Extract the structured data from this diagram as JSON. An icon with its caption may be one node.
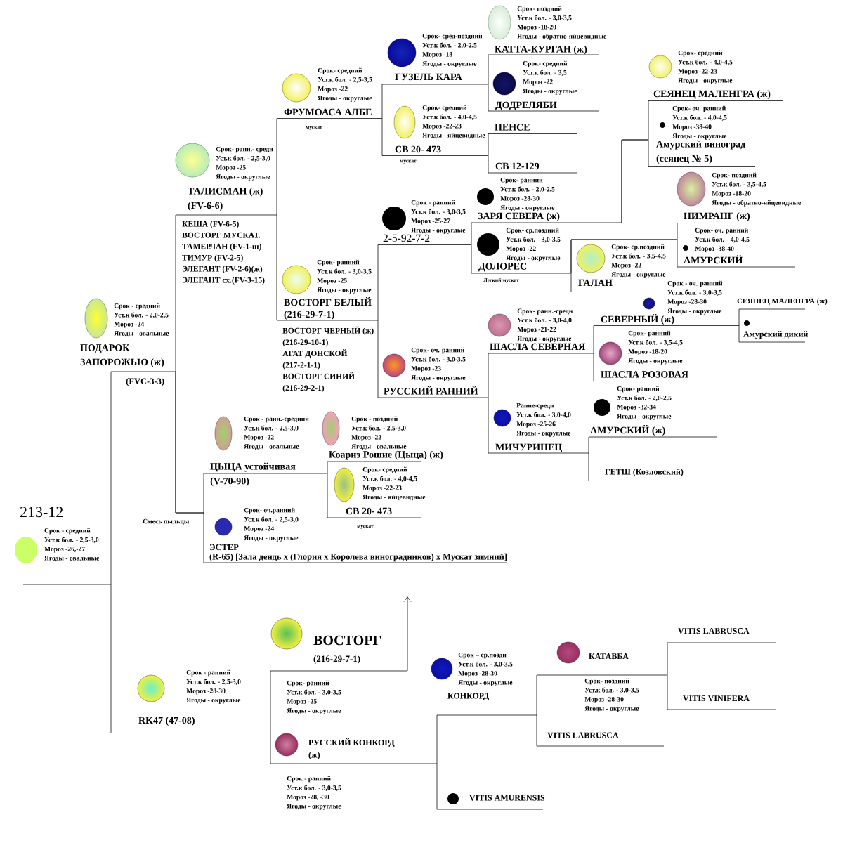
{
  "diagram": {
    "nodes": [
      {
        "text": [
          "КАТТА-КУРГАН (ж)"
        ],
        "beside": [
          "Срок- поздний",
          "Уст.к бол. - 3,0-3,5",
          "Мороз -18-20",
          "Ягоды - обратно-яйцевидные"
        ]
      },
      {
        "text": [
          "ГУЗЕЛЬ КАРА"
        ],
        "beside": [
          "Срок- сред-поздний",
          "Уст.к бол. - 2,0-2,5",
          "Мороз -18",
          "Ягоды - округлые"
        ]
      },
      {
        "text": [
          "СЕЯНЕЦ МАЛЕНГРА (ж)"
        ],
        "beside": [
          "Срок- средний",
          "Уст.к бол. - 4,0-4,5",
          "Мороз -22-23",
          "Ягоды - округлые"
        ]
      },
      {
        "text": [
          "ДОДРЕЛЯБИ"
        ],
        "beside": [
          "Срок- средний",
          "Уст.к бол. - 3,5",
          "Мороз -22",
          "Ягоды - округлые"
        ]
      },
      {
        "text": [
          "ФРУМОАСА АЛБЕ"
        ],
        "beside": [
          "Срок- средний",
          "Уст.к бол. - 2,5-3,5",
          "Мороз -22",
          "Ягоды - округлые",
          "мускат"
        ]
      },
      {
        "text": [
          "ПЕНСЕ"
        ]
      },
      {
        "text": [
          "Амурский виноград (сеянец № 5)"
        ],
        "beside": [
          "Срок- оч. ранний",
          "Уст.к бол. - 4,0-4,5",
          "Мороз -38-40",
          "Ягоды - округлые"
        ]
      },
      {
        "text": [
          "СВ 20- 473"
        ],
        "beside": [
          "Срок- средний",
          "Уст.к бол. - 4,0-4,5",
          "Мороз -22-23",
          "Ягоды - яйцевидные",
          "мускат"
        ]
      },
      {
        "text": [
          "СВ 12-129"
        ]
      },
      {
        "text": [
          "ТАЛИСМАН (ж) (FV-6-6)"
        ],
        "beside": [
          "Срок- ранн.- средн",
          "Уст.к бол. - 2,5-3,0",
          "Мороз -25",
          "Ягоды - округлые",
          "КЕША (FV-6-5)",
          "ВОСТОРГ МУСКАТ.",
          "ТАМЕРЛАН (FV-1-ш)",
          "ТИМУР (FV-2-5)",
          "ЭЛЕГАНТ (FV-2-6)(ж)",
          "ЭЛЕГАНТ сх.(FV-3-15)"
        ]
      },
      {
        "text": [
          "ЗАРЯ СЕВЕРА (ж)"
        ],
        "beside": [
          "Срок- ранний",
          "Уст.к бол. - 2,0-2,5",
          "Мороз -28-30",
          "Ягоды - округлые"
        ]
      },
      {
        "text": [
          "НИМРАНГ (ж)"
        ],
        "beside": [
          "Срок- поздний",
          "Уст.к бол. - 3,5-4,5",
          "Мороз -18-20",
          "Ягоды - обратно-яйцевидные"
        ]
      },
      {
        "text": [
          "2-5-92-7-2"
        ],
        "beside": [
          "Срок - ранний",
          "Уст.к бол. - 3,0-3,5",
          "Мороз -25-27",
          "Ягоды - округлые"
        ]
      },
      {
        "text": [
          "АМУРСКИЙ"
        ],
        "beside": [
          "Срок- оч. ранний",
          "Уст.к бол. - 4,0-4,5",
          "Мороз -38-40"
        ]
      },
      {
        "text": [
          "ДОЛОРЕС"
        ],
        "beside": [
          "Срок- ср.поздний",
          "Уст.к бол. - 3,0-3,5",
          "Мороз -22",
          "Ягоды - округлые",
          "Легкий мускат"
        ]
      },
      {
        "text": [
          "ГАЛАН"
        ],
        "beside": [
          "Срок- ср.поздний",
          "Уст.к бол. - 3,5-4,5",
          "Мороз -22",
          "Ягоды - округлые"
        ]
      },
      {
        "text": [
          "СЕЯНЕЦ МАЛЕНГРА (ж)"
        ]
      },
      {
        "text": [
          "ВОСТОРГ БЕЛЫЙ (216-29-7-1)"
        ],
        "beside": [
          "Срок- ранний",
          "Уст.к бол. - 3,0-3,5",
          "Мороз -25",
          "Ягоды - округлые",
          "ВОСТОРГ ЧЕРНЫЙ (ж) (216-29-10-1)",
          "АГАТ ДОНСКОЙ (217-2-1-1)",
          "ВОСТОРГ СИНИЙ (216-29-2-1)"
        ]
      },
      {
        "text": [
          "СЕВЕРНЫЙ (ж)"
        ],
        "beside": [
          "Срок - оч. ранний",
          "Уст.к бол. - 3,0-3,5",
          "Мороз -28-30",
          "Ягоды - округлые"
        ]
      },
      {
        "text": [
          "Амурский дикий"
        ]
      },
      {
        "text": [
          "ШАСЛА СЕВЕРНАЯ"
        ],
        "beside": [
          "Срок- ранн.-средн",
          "Уст.к бол. - 3,0-4,0",
          "Мороз -21-22",
          "Ягоды - округлые"
        ]
      },
      {
        "text": [
          "ПОДАРОК ЗАПОРОЖЬЮ (ж)"
        ],
        "beside": [
          "Срок - средний",
          "Уст.к бол. - 2,0-2,5",
          "Мороз -24",
          "Ягоды - овальные",
          "(FVC-3-3)"
        ]
      },
      {
        "text": [
          "ШАСЛА РОЗОВАЯ"
        ],
        "beside": [
          "Срок- ранний",
          "Уст.к бол. - 3,5-4,5",
          "Мороз -18-20",
          "Ягоды - округлые"
        ]
      },
      {
        "text": [
          "РУССКИЙ РАННИЙ"
        ],
        "beside": [
          "Срок- оч. ранний",
          "Уст.к бол. - 3,0-3,5",
          "Мороз -23",
          "Ягоды - округлые"
        ]
      },
      {
        "text": [
          "АМУРСКИЙ (ж)"
        ],
        "beside": [
          "Срок- ранний",
          "Уст.к бол. - 2,0-2,5",
          "Мороз -32-34",
          "Ягоды - округлые"
        ]
      },
      {
        "text": [
          "МИЧУРИНЕЦ"
        ],
        "beside": [
          "Ранне-средн",
          "Уст.к бол. - 3,0-4,0",
          "Мороз -25-26",
          "Ягоды - округлые"
        ]
      },
      {
        "text": [
          "Коарнэ Рошие (Цыца) (ж)"
        ],
        "beside": [
          "Срок - поздний",
          "Уст.к бол. - 2,5-3,0",
          "Мороз -22",
          "Ягоды - овальные"
        ]
      },
      {
        "text": [
          "ЦЫЦА устойчивая"
        ],
        "beside": [
          "Срок - ранн.-средний",
          "Уст.к бол. - 2,5-3,0",
          "Мороз -22",
          "Ягоды - овальные",
          "(V-70-90)"
        ]
      },
      {
        "text": [
          "ГЕТШ (Козловский)"
        ]
      },
      {
        "text": [
          "213-12",
          "Срок - средний",
          "Уст.к бол. - 2,5-3,0",
          "Мороз -26,-27",
          "Ягоды - овальные"
        ]
      },
      {
        "text": [
          "СВ 20- 473"
        ],
        "beside": [
          "Срок- средний",
          "Уст.к бол. - 4,0-4,5",
          "Мороз -22-23",
          "Ягоды - яйцевидные",
          "мускат"
        ]
      },
      {
        "text": [
          "ЭСТЕР",
          "(R-65) [Зала дендь х (Глория х Королева виноградников) х Мускат зимний]"
        ],
        "beside": [
          "Срок- оч.ранний",
          "Уст.к бол. - 2,5-3,0",
          "Мороз -24",
          "Ягоды - округлые"
        ]
      },
      {
        "text": [
          "VITIS LABRUSCA"
        ]
      },
      {
        "text": [
          "ВОСТОРГ",
          "(216-29-7-1)"
        ],
        "beside": [
          "Срок- ранний",
          "Уст.к бол. - 3,0-3,5",
          "Мороз -25",
          "Ягоды - округлые"
        ]
      },
      {
        "text": [
          "КАТАВБА"
        ],
        "beside": [
          "Срок- поздний",
          "Уст.к бол. - 3,0-3,5",
          "Мороз -28-30",
          "Ягоды - округлые"
        ]
      },
      {
        "text": [
          "КОНКОРД"
        ],
        "beside": [
          "Срок – ср.поздн",
          "Уст.к бол. - 3,0-3,5",
          "Мороз -28-30",
          "Ягоды - округлые"
        ]
      },
      {
        "text": [
          "VITIS VINIFERA"
        ]
      },
      {
        "text": [
          "RK47 (47-08)"
        ],
        "beside": [
          "Срок - ранний",
          "Уст.к бол. - 2,5-3,0",
          "Мороз -28-30",
          "Ягоды - округлые"
        ]
      },
      {
        "text": [
          "VITIS LABRUSCA"
        ]
      },
      {
        "text": [
          "РУССКИЙ КОНКОРД (ж)"
        ],
        "beside": [
          "Срок - ранний",
          "Уст.к бол. - 3,0-3,5",
          "Мороз -28, -30",
          "Ягоды - округлые"
        ]
      },
      {
        "text": [
          "VITIS AMURENSIS"
        ]
      }
    ],
    "edges": [
      {
        "from": 29,
        "to": 21,
        "arrow": "none"
      },
      {
        "from": 29,
        "to": 37,
        "arrow": "none"
      },
      {
        "from": 21,
        "to": 9,
        "arrow": "none"
      },
      {
        "from": 21,
        "to": 27,
        "arrow": "none"
      },
      {
        "from": 21,
        "to": 31,
        "arrow": "none"
      },
      {
        "from": 9,
        "to": 4,
        "arrow": "none"
      },
      {
        "from": 9,
        "to": 17,
        "arrow": "none"
      },
      {
        "from": 4,
        "to": 1,
        "arrow": "none"
      },
      {
        "from": 4,
        "to": 7,
        "arrow": "none"
      },
      {
        "from": 1,
        "to": 0,
        "arrow": "none"
      },
      {
        "from": 1,
        "to": 3,
        "arrow": "none"
      },
      {
        "from": 7,
        "to": 5,
        "arrow": "none"
      },
      {
        "from": 7,
        "to": 8,
        "arrow": "none"
      },
      {
        "from": 17,
        "to": 12,
        "arrow": "none"
      },
      {
        "from": 17,
        "to": 23,
        "arrow": "none"
      },
      {
        "from": 12,
        "to": 10,
        "arrow": "none"
      },
      {
        "from": 12,
        "to": 14,
        "arrow": "none"
      },
      {
        "from": 10,
        "to": 2,
        "arrow": "none"
      },
      {
        "from": 10,
        "to": 6,
        "arrow": "none"
      },
      {
        "from": 14,
        "to": 11,
        "arrow": "none"
      },
      {
        "from": 14,
        "to": 13,
        "arrow": "none"
      },
      {
        "from": 14,
        "to": 15,
        "arrow": "none"
      },
      {
        "from": 23,
        "to": 20,
        "arrow": "none"
      },
      {
        "from": 23,
        "to": 25,
        "arrow": "none"
      },
      {
        "from": 20,
        "to": 18,
        "arrow": "none"
      },
      {
        "from": 20,
        "to": 22,
        "arrow": "none"
      },
      {
        "from": 18,
        "to": 16,
        "arrow": "none"
      },
      {
        "from": 18,
        "to": 19,
        "arrow": "none"
      },
      {
        "from": 25,
        "to": 24,
        "arrow": "none"
      },
      {
        "from": 25,
        "to": 28,
        "arrow": "none"
      },
      {
        "from": 27,
        "to": 26,
        "arrow": "none"
      },
      {
        "from": 27,
        "to": 30,
        "arrow": "none"
      },
      {
        "from": 37,
        "to": 33,
        "arrow": "none"
      },
      {
        "from": 37,
        "to": 39,
        "arrow": "none"
      },
      {
        "from": 33,
        "to": null,
        "arrow": "to"
      },
      {
        "from": 39,
        "to": 35,
        "arrow": "none"
      },
      {
        "from": 39,
        "to": 40,
        "arrow": "none"
      },
      {
        "from": 35,
        "to": 34,
        "arrow": "none"
      },
      {
        "from": 35,
        "to": 38,
        "arrow": "none"
      },
      {
        "from": 34,
        "to": 32,
        "arrow": "none"
      },
      {
        "from": 34,
        "to": 36,
        "arrow": "none"
      }
    ],
    "labels": [
      "Смесь пыльцы"
    ]
  }
}
